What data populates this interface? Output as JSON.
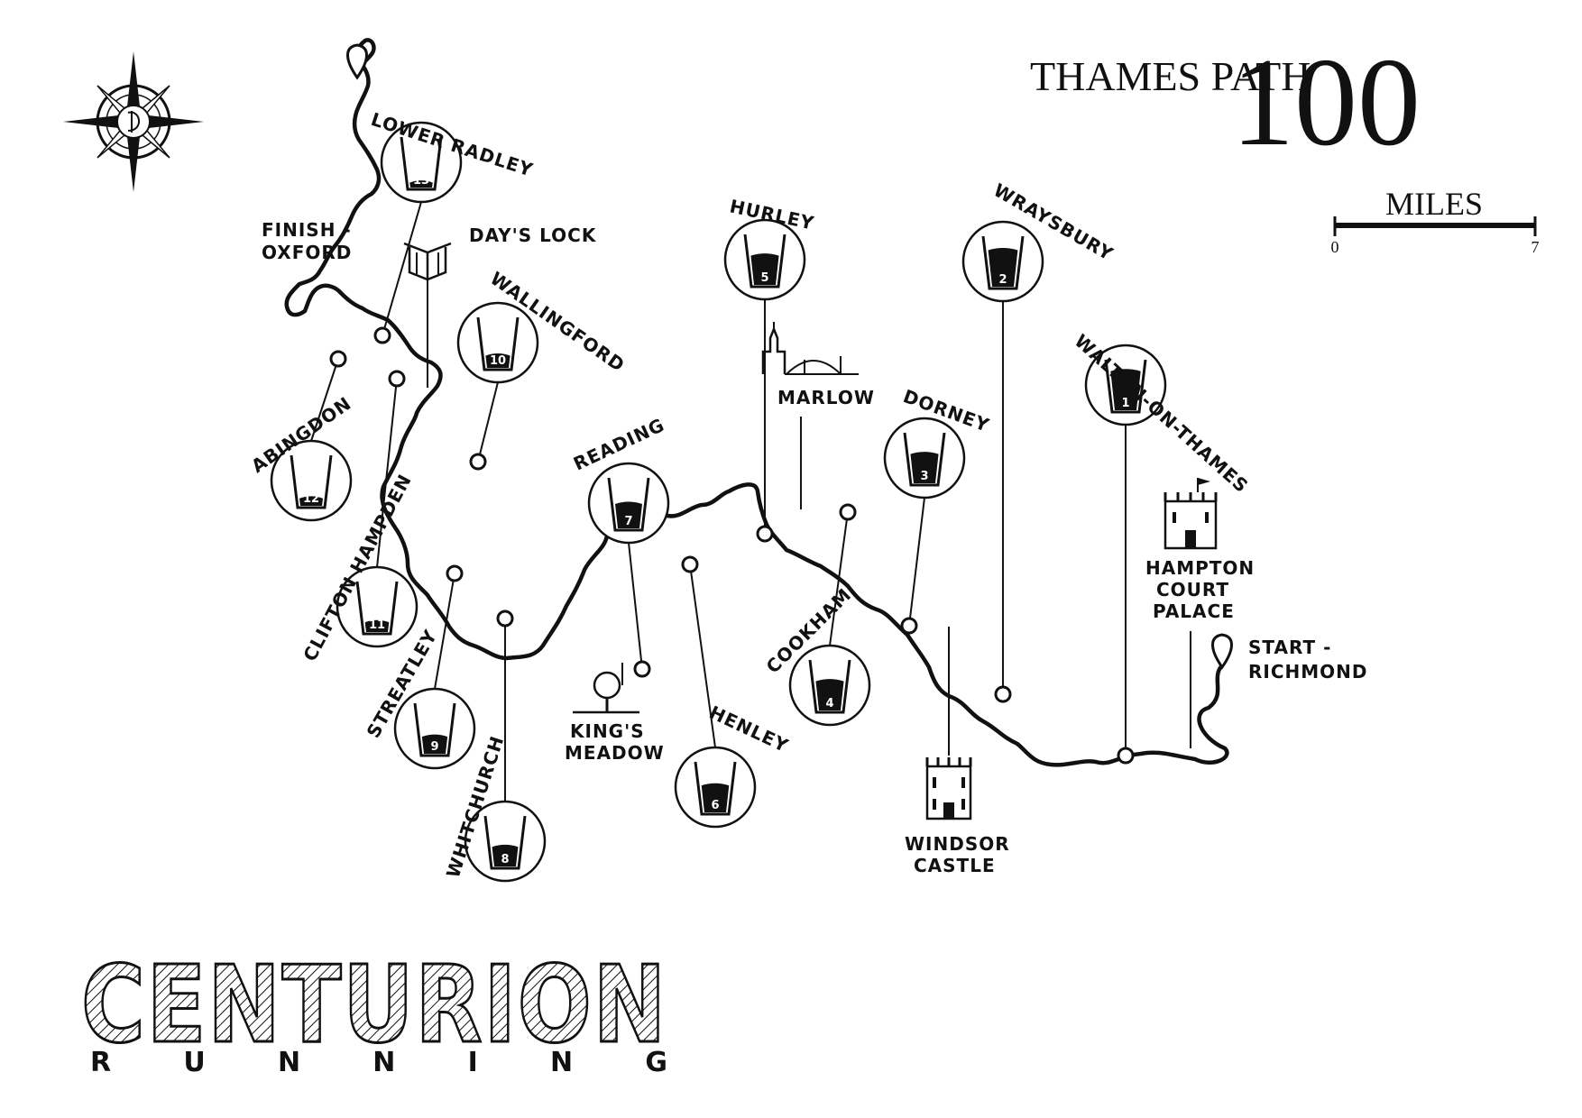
{
  "header": {
    "route_name": "THAMES PATH",
    "distance": "100",
    "unit": "MILES"
  },
  "scale_bar": {
    "start_label": "0",
    "end_label": "7"
  },
  "route": {
    "start": "START - RICHMOND",
    "start_lines": [
      "START -",
      "RICHMOND"
    ],
    "finish": "FINISH - OXFORD",
    "finish_lines": [
      "FINISH -",
      "OXFORD"
    ]
  },
  "aid_stations": [
    {
      "number": "1",
      "name": "WALTON-ON-THAMES",
      "fill_level": 0.8
    },
    {
      "number": "2",
      "name": "WRAYSBURY",
      "fill_level": 0.75
    },
    {
      "number": "3",
      "name": "DORNEY",
      "fill_level": 0.6
    },
    {
      "number": "4",
      "name": "COOKHAM",
      "fill_level": 0.6
    },
    {
      "number": "5",
      "name": "HURLEY",
      "fill_level": 0.6
    },
    {
      "number": "6",
      "name": "HENLEY",
      "fill_level": 0.55
    },
    {
      "number": "7",
      "name": "READING",
      "fill_level": 0.5
    },
    {
      "number": "8",
      "name": "WHITCHURCH",
      "fill_level": 0.4
    },
    {
      "number": "9",
      "name": "STREATLEY",
      "fill_level": 0.35
    },
    {
      "number": "10",
      "name": "WALLINGFORD",
      "fill_level": 0.25
    },
    {
      "number": "11",
      "name": "CLIFTON HAMPDEN",
      "fill_level": 0.2
    },
    {
      "number": "12",
      "name": "ABINGDON",
      "fill_level": 0.15
    },
    {
      "number": "13",
      "name": "LOWER RADLEY",
      "fill_level": 0.1
    }
  ],
  "landmarks": [
    {
      "name": "DAY'S LOCK",
      "icon": "book-icon"
    },
    {
      "name": "MARLOW",
      "icon": "church-bridge-icon"
    },
    {
      "name": "KING'S MEADOW",
      "lines": [
        "KING'S",
        "MEADOW"
      ],
      "icon": "tree-icon"
    },
    {
      "name": "WINDSOR CASTLE",
      "lines": [
        "WINDSOR",
        "CASTLE"
      ],
      "icon": "castle-icon"
    },
    {
      "name": "HAMPTON COURT PALACE",
      "lines": [
        "HAMPTON",
        "COURT",
        "PALACE"
      ],
      "icon": "palace-icon"
    }
  ],
  "logo": {
    "main": "CENTURION",
    "sub": "R U N N I N G"
  },
  "colors": {
    "ink": "#111111",
    "background": "#ffffff"
  }
}
